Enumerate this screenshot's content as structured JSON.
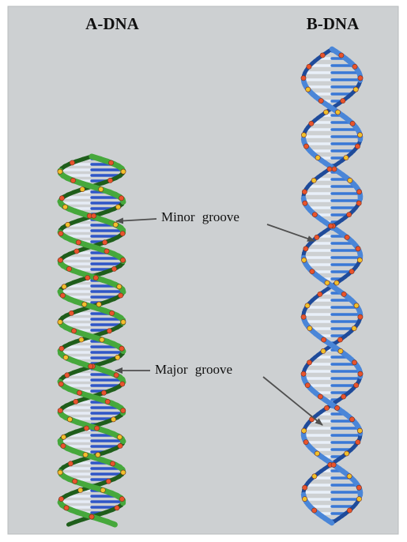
{
  "panel": {
    "background": "#cdd0d2",
    "border": "#b9bcbe"
  },
  "structures": [
    {
      "name": "A-DNA",
      "title": "A-DNA",
      "backbone_color": "#46a83c",
      "backbone_dark": "#1f5e1b",
      "base_light": "#e6ecf6",
      "base_blue": "#2f56c7",
      "atom_color": "#e8542d",
      "atom_accent": "#f0c12c"
    },
    {
      "name": "B-DNA",
      "title": "B-DNA",
      "backbone_color": "#4a86d8",
      "backbone_dark": "#1f4b9a",
      "base_light": "#e9f0f9",
      "base_blue": "#3a78d6",
      "atom_color": "#e8542d",
      "atom_accent": "#f0c12c"
    }
  ],
  "annotations": [
    {
      "label": "Minor groove",
      "arrow_color": "#4f4f4f"
    },
    {
      "label": "Major groove",
      "arrow_color": "#4f4f4f"
    }
  ]
}
